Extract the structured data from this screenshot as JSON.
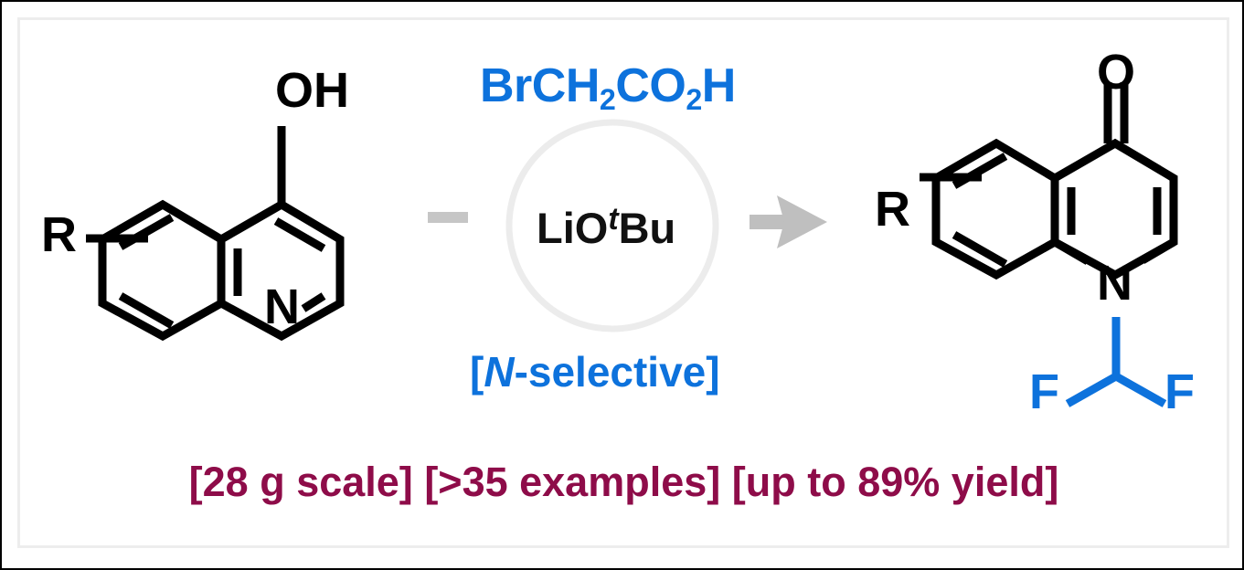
{
  "figure": {
    "type": "chemical-reaction-scheme",
    "caption_bottom": "[28 g scale] [>35 examples] [up to 89% yield]"
  },
  "colors": {
    "bond_black": "#000000",
    "reagent_blue": "#0d72dc",
    "footer_maroon": "#8e0c49",
    "arrow_gray": "#bfbfbf",
    "circle_gray": "#e8e8e8",
    "frame_gray": "#ededed",
    "border_black": "#000000",
    "background": "#ffffff"
  },
  "reactant": {
    "name": "4-hydroxyquinoline",
    "labels": {
      "substituent": "R",
      "hydroxyl": "OH",
      "ring_nitrogen": "N"
    }
  },
  "conditions": {
    "reagent_line": "BrCH2CO2H",
    "reagent_parts": {
      "p1": "BrCH",
      "sub1": "2",
      "p2": "CO",
      "sub2": "2",
      "p3": "H"
    },
    "base_parts": {
      "p1": "LiO",
      "sup_t": "t",
      "p2": "Bu"
    },
    "base_line": "LiOtBu",
    "selectivity_parts": {
      "open": "[",
      "italic": "N",
      "rest": "-selective]"
    },
    "selectivity_line": "[N-selective]",
    "dash_symbol": "minus-dash",
    "arrow_symbol": "reaction-arrow-right"
  },
  "product": {
    "name": "1-(difluoromethyl)quinolin-4(1H)-one",
    "labels": {
      "substituent": "R",
      "carbonyl_oxygen": "O",
      "ring_nitrogen": "N",
      "fluorine_left": "F",
      "fluorine_right": "F"
    }
  },
  "footer": {
    "scale": "[28 g scale]",
    "examples": "[>35 examples]",
    "yield": "[up to 89% yield]",
    "full": "[28 g scale] [>35 examples] [up to 89% yield]"
  }
}
